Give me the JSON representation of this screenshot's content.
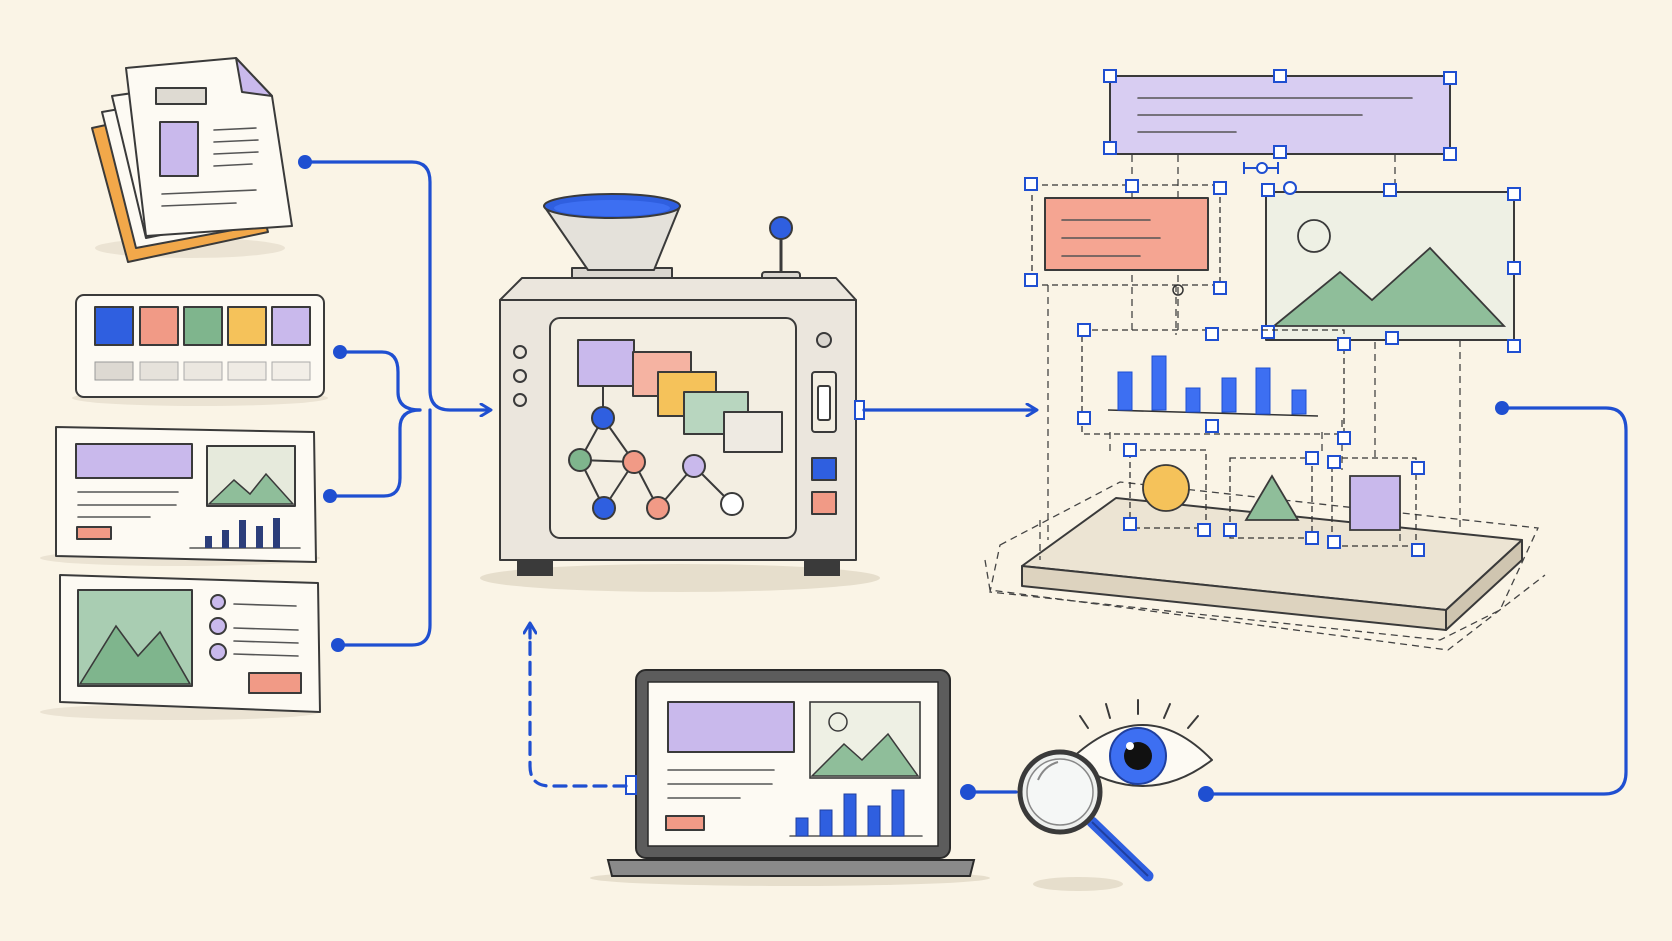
{
  "colors": {
    "background": "#faf4e6",
    "flow_blue": "#1f4fd1",
    "purple": "#c9b9ec",
    "salmon": "#f19a86",
    "green": "#8fbe9a",
    "yellow": "#f5c25a",
    "orange": "#f2a84a",
    "cream": "#f3eee2",
    "paper": "#fdfaf3",
    "ink": "#3a3a3a"
  },
  "nodes": [
    {
      "name": "input-document-stack",
      "icon": "document-stack-icon"
    },
    {
      "name": "input-color-palette",
      "icon": "color-palette-icon"
    },
    {
      "name": "input-slide-chart",
      "icon": "slide-with-chart-icon"
    },
    {
      "name": "input-slide-image",
      "icon": "slide-with-image-icon"
    },
    {
      "name": "processing-machine",
      "icon": "machine-with-funnel-icon"
    },
    {
      "name": "layered-layout-output",
      "icon": "layer-stack-icon"
    },
    {
      "name": "laptop-preview",
      "icon": "laptop-icon"
    },
    {
      "name": "review-eye",
      "icon": "eye-icon"
    },
    {
      "name": "review-magnifier",
      "icon": "magnifying-glass-icon"
    }
  ]
}
